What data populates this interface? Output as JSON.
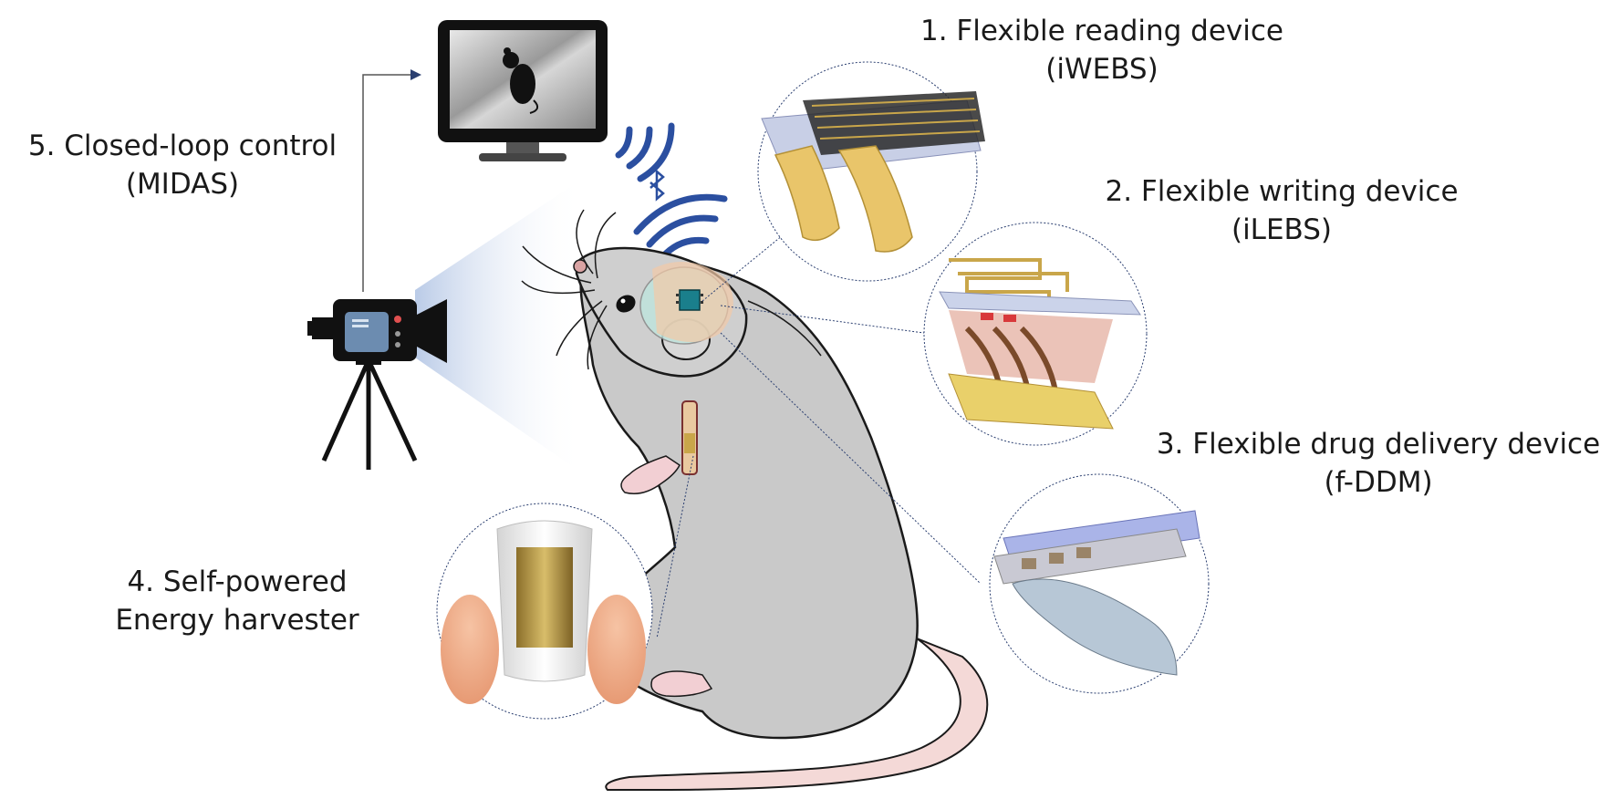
{
  "labels": {
    "reading": {
      "line1": "1. Flexible reading device",
      "line2": "(iWEBS)"
    },
    "writing": {
      "line1": "2. Flexible writing device",
      "line2": "(iLEBS)"
    },
    "drug": {
      "line1": "3. Flexible drug delivery device",
      "line2": "(f-DDM)"
    },
    "energy": {
      "line1": "4. Self-powered",
      "line2": "Energy harvester"
    },
    "control": {
      "line1": "5. Closed-loop control",
      "line2": "(MIDAS)"
    }
  },
  "colors": {
    "mouse_body": "#c9c9c9",
    "mouse_outline": "#1a1a1a",
    "tail": "#f4d9d7",
    "wireless": "#2b4fa0",
    "chip": "#1a7f8c",
    "gold": "#c9a64a",
    "device_blue": "#aab4e8"
  },
  "icons": [
    "monitor-icon",
    "video-camera-icon",
    "bluetooth-icon",
    "wifi-signal-icon",
    "chip-icon"
  ]
}
